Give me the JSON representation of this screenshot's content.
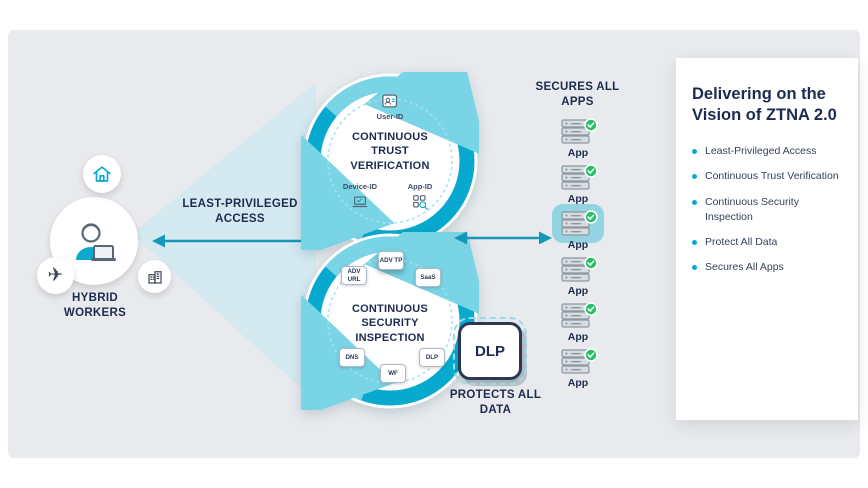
{
  "colors": {
    "teal": "#07a9cf",
    "teal_light": "#79d4e6",
    "navy": "#1d2b50",
    "green": "#27c065",
    "panel_bg": "#e8eaed"
  },
  "left_cluster": {
    "label": "HYBRID WORKERS"
  },
  "access_arrow": {
    "label": "LEAST-PRIVILEGED ACCESS"
  },
  "trust_circle": {
    "title": "CONTINUOUS TRUST VERIFICATION",
    "user_label": "User-ID",
    "device_label": "Device-ID",
    "app_label": "App-ID"
  },
  "security_circle": {
    "title": "CONTINUOUS SECURITY INSPECTION",
    "badges": [
      "ADV URL",
      "ADV TP",
      "SaaS",
      "DNS",
      "WF",
      "DLP"
    ]
  },
  "dlp": {
    "label": "DLP",
    "caption": "PROTECTS ALL DATA"
  },
  "apps": {
    "title": "SECURES ALL APPS",
    "item_label": "App",
    "count": 6
  },
  "side_panel": {
    "title": "Delivering on the Vision of ZTNA 2.0",
    "bullets": [
      "Least-Privileged Access",
      "Continuous Trust Verification",
      "Continuous Security Inspection",
      "Protect All Data",
      "Secures All Apps"
    ]
  },
  "glyphs": {
    "plane": "✈"
  }
}
